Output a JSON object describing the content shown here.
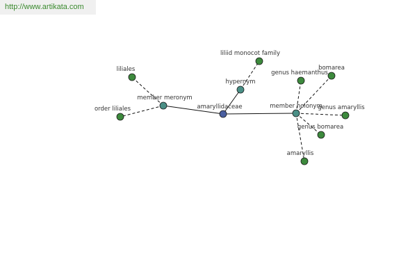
{
  "header": {
    "url": "http://www.artikata.com"
  },
  "colors": {
    "center_node": "#4a5fa0",
    "relation_node": "#4a8f86",
    "leaf_node": "#3d8a3d",
    "edge": "#111111"
  },
  "graph": {
    "nodes": [
      {
        "id": "amaryllidaceae",
        "label": "amaryllidaceae",
        "kind": "center"
      },
      {
        "id": "member-meronym",
        "label": "member meronym",
        "kind": "relation"
      },
      {
        "id": "hypernym",
        "label": "hypernym",
        "kind": "relation"
      },
      {
        "id": "member-holonym",
        "label": "member holonym",
        "kind": "relation"
      },
      {
        "id": "liliales",
        "label": "liliales",
        "kind": "leaf"
      },
      {
        "id": "order-liliales",
        "label": "order liliales",
        "kind": "leaf"
      },
      {
        "id": "liliid-monocot-family",
        "label": "liliid monocot family",
        "kind": "leaf"
      },
      {
        "id": "genus-haemanthus",
        "label": "genus haemanthus",
        "kind": "leaf"
      },
      {
        "id": "bomarea",
        "label": "bomarea",
        "kind": "leaf"
      },
      {
        "id": "genus-amaryllis",
        "label": "genus amaryllis",
        "kind": "leaf"
      },
      {
        "id": "genus-bomarea",
        "label": "genus bomarea",
        "kind": "leaf"
      },
      {
        "id": "amaryllis",
        "label": "amaryllis",
        "kind": "leaf"
      }
    ],
    "edges": [
      {
        "from": "amaryllidaceae",
        "to": "member-meronym",
        "style": "solid"
      },
      {
        "from": "amaryllidaceae",
        "to": "hypernym",
        "style": "solid"
      },
      {
        "from": "amaryllidaceae",
        "to": "member-holonym",
        "style": "solid"
      },
      {
        "from": "member-meronym",
        "to": "liliales",
        "style": "dashed"
      },
      {
        "from": "member-meronym",
        "to": "order-liliales",
        "style": "dashed"
      },
      {
        "from": "hypernym",
        "to": "liliid-monocot-family",
        "style": "dashed"
      },
      {
        "from": "member-holonym",
        "to": "genus-haemanthus",
        "style": "dashed"
      },
      {
        "from": "member-holonym",
        "to": "bomarea",
        "style": "dashed"
      },
      {
        "from": "member-holonym",
        "to": "genus-amaryllis",
        "style": "dashed"
      },
      {
        "from": "member-holonym",
        "to": "genus-bomarea",
        "style": "dashed"
      },
      {
        "from": "member-holonym",
        "to": "amaryllis",
        "style": "dashed"
      }
    ]
  }
}
